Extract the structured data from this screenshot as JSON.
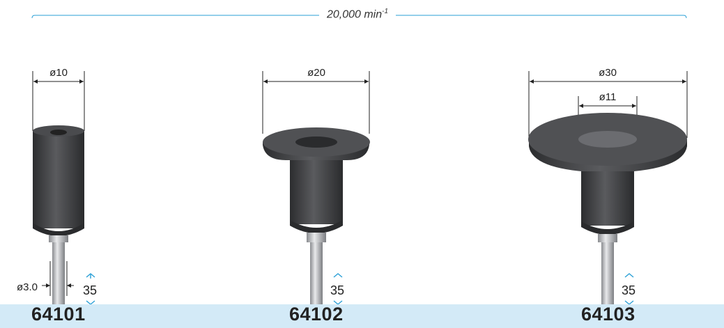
{
  "header": {
    "speed_value": "20,000",
    "speed_unit": "min",
    "speed_exp": "-1"
  },
  "products": [
    {
      "code": "64101",
      "diameter": "ø10",
      "shank_diameter": "ø3.0",
      "length": "35"
    },
    {
      "code": "64102",
      "diameter": "ø20",
      "length": "35"
    },
    {
      "code": "64103",
      "diameter": "ø30",
      "inner_diameter": "ø11",
      "length": "35"
    }
  ],
  "colors": {
    "accent": "#2a9fd6",
    "bar": "#d3eaf7",
    "tool": "#3e3f41"
  }
}
